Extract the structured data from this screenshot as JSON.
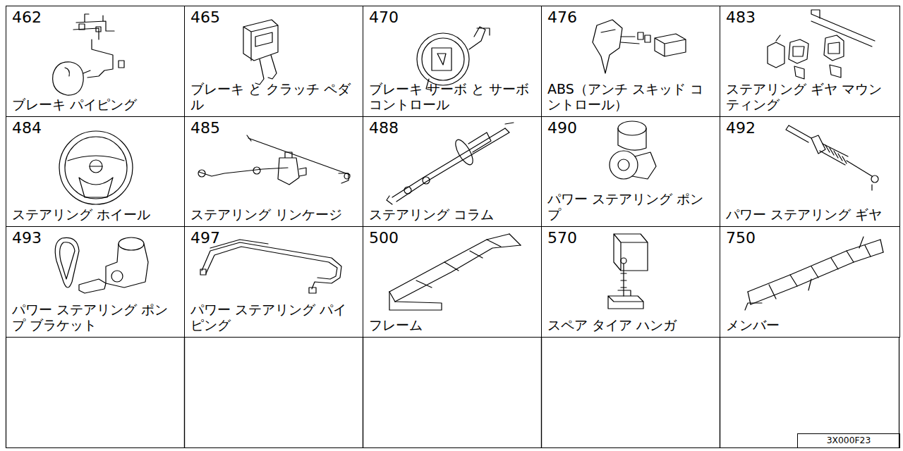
{
  "diagram": {
    "nodes": [
      {
        "text": [
          "462",
          "ブレーキ パイピング"
        ]
      },
      {
        "text": [
          "465",
          "ブレーキ と クラッチ ペダル"
        ]
      },
      {
        "text": [
          "470",
          "ブレーキ サーボ と サーボ コントロール"
        ]
      },
      {
        "text": [
          "476",
          "ABS（アンチ スキッド コントロール）"
        ]
      },
      {
        "text": [
          "483",
          "ステアリング ギヤ マウンティング"
        ]
      },
      {
        "text": [
          "484",
          "ステアリング ホイール"
        ]
      },
      {
        "text": [
          "485",
          "ステアリング リンケージ"
        ]
      },
      {
        "text": [
          "488",
          "ステアリング コラム"
        ]
      },
      {
        "text": [
          "490",
          "パワー ステアリング ポンプ"
        ]
      },
      {
        "text": [
          "492",
          "パワー ステアリング ギヤ"
        ]
      },
      {
        "text": [
          "493",
          "パワー ステアリング ポンプ ブラケット"
        ]
      },
      {
        "text": [
          "497",
          "パワー ステアリング パイピング"
        ]
      },
      {
        "text": [
          "500",
          "フレーム"
        ]
      },
      {
        "text": [
          "570",
          "スペア タイア ハンガ"
        ]
      },
      {
        "text": [
          "750",
          "メンバー"
        ]
      },
      {
        "text": [
          "3X000F23"
        ]
      }
    ]
  }
}
